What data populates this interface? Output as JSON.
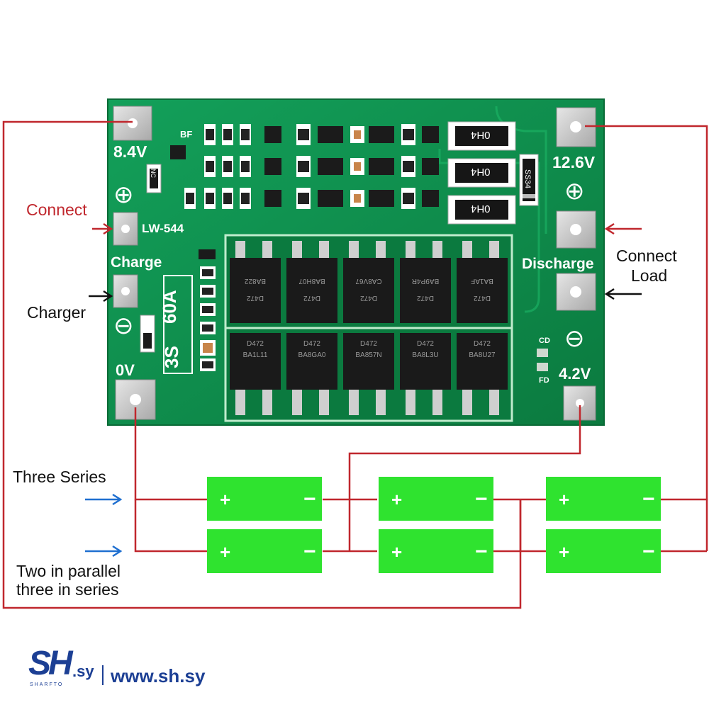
{
  "board": {
    "model": "LW-544",
    "rating": "60A",
    "config": "3S",
    "terminal_top_left": "8.4V",
    "terminal_top_right": "12.6V",
    "terminal_bottom_left": "0V",
    "terminal_bottom_right": "4.2V",
    "charge_label": "Charge",
    "discharge_label": "Discharge",
    "plus_symbol": "⊕",
    "minus_symbol": "⊖",
    "bf": "BF",
    "cd": "CD",
    "fd": "FD",
    "nc": "NC",
    "diode": "SS34",
    "shunt": "0H4"
  },
  "mosfets": {
    "top": [
      "BA822",
      "BA8H07",
      "CA8V67",
      "BA9P4R",
      "BA1AF"
    ],
    "bottom": [
      "BA1L11",
      "BA8GA0",
      "BA857N",
      "BA8L3U",
      "BA8U27"
    ],
    "part": "D472"
  },
  "labels": {
    "connect": "Connect",
    "charger": "Charger",
    "connect_load_1": "Connect",
    "connect_load_2": "Load",
    "three_series": "Three Series",
    "parallel_1": "Two in parallel",
    "parallel_2": "three in series"
  },
  "battery": {
    "plus": "+",
    "minus": "−"
  },
  "footer": {
    "logo": "SH",
    "logo_suffix": ".sy",
    "logo_sub": "SHARFTO",
    "website": "www.sh.sy"
  },
  "colors": {
    "pcb": "#0f8a4a",
    "wire": "#c0272d",
    "battery": "#2fe32f",
    "arrow_blue": "#1f6fd0",
    "brand": "#1c3f94"
  }
}
